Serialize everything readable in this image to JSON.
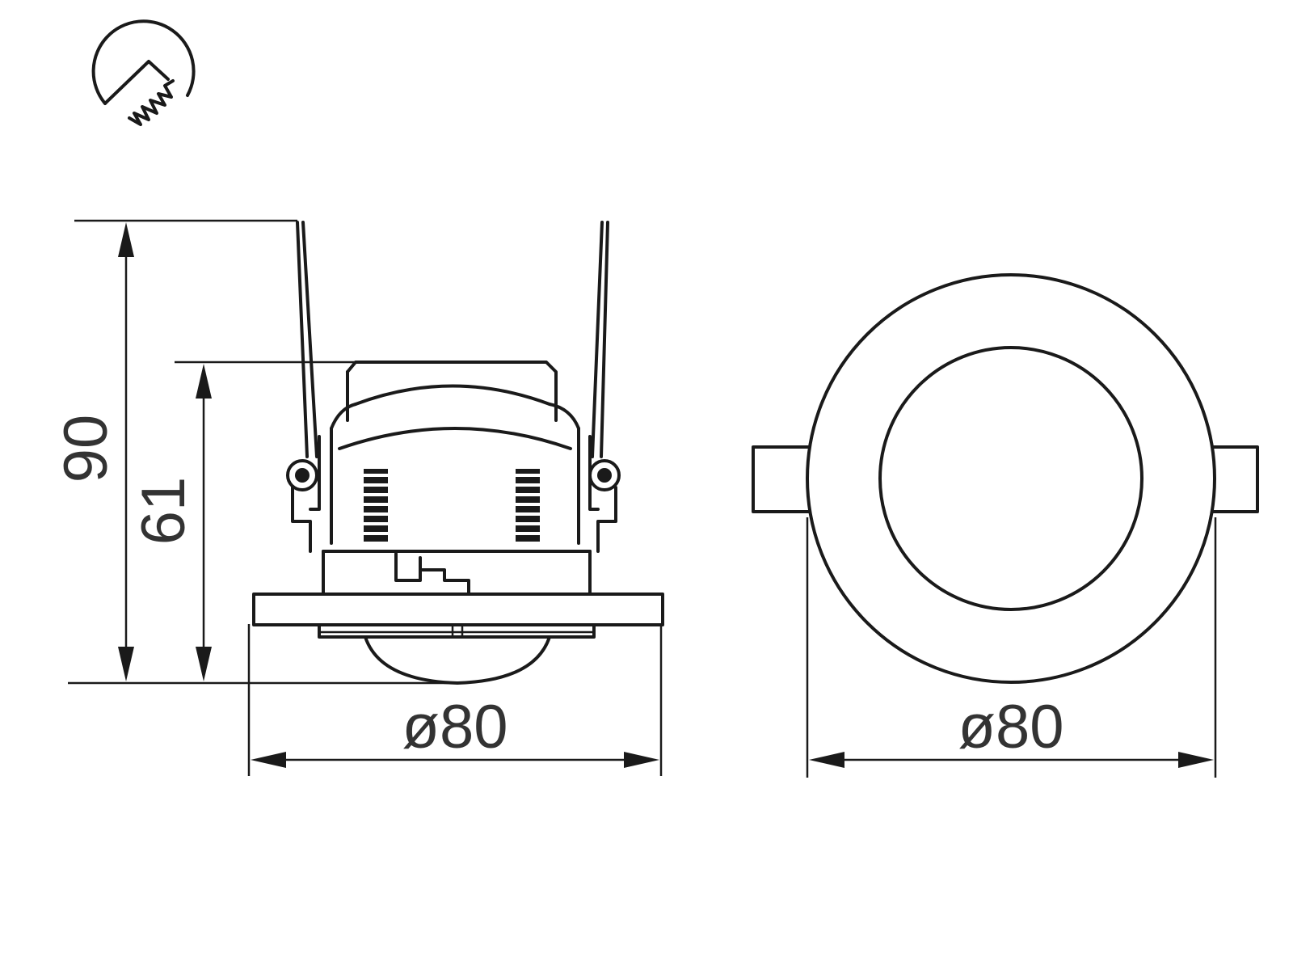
{
  "side_view": {
    "height_total": "90",
    "height_body": "61",
    "diameter": "ø80"
  },
  "top_view": {
    "diameter": "ø80"
  },
  "icons": {
    "lamp_symbol": "sensor-detection-zone-icon"
  },
  "colors": {
    "line": "#1a1a1a",
    "text": "#333333",
    "background": "#ffffff"
  }
}
